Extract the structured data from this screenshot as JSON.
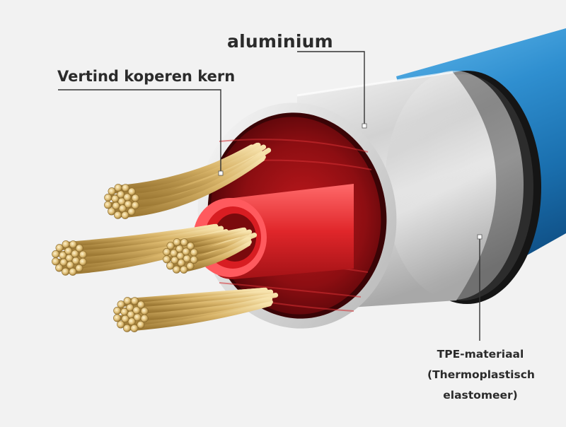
{
  "labels": {
    "aluminium": "aluminium",
    "core": "Vertind koperen kern",
    "tpe_line1": "TPE-materiaal",
    "tpe_line2": "(Thermoplastisch",
    "tpe_line3": "elastomeer)"
  },
  "colors": {
    "background": "#f2f2f2",
    "jacket_blue": "#1f7fc0",
    "aluminium_silver": "#d6d6d6",
    "inner_red": "#e0262a",
    "copper_gold": "#d9b56a",
    "label_text": "#2b2b2b",
    "leader_line": "#333333"
  }
}
